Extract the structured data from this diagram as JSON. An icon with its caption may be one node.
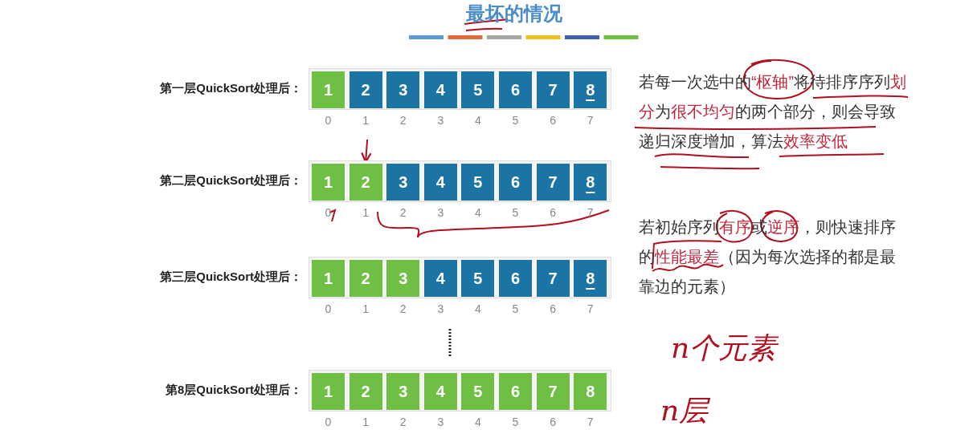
{
  "diagram": {
    "title": "最坏的情况",
    "nodes": [
      {
        "text": [
          "第一层QuickSort处理后："
        ]
      },
      {
        "text": [
          "1"
        ],
        "in": 0,
        "beside": [
          "0"
        ]
      },
      {
        "text": [
          "2"
        ],
        "in": 0,
        "beside": [
          "1"
        ]
      },
      {
        "text": [
          "3"
        ],
        "in": 0,
        "beside": [
          "2"
        ]
      },
      {
        "text": [
          "4"
        ],
        "in": 0,
        "beside": [
          "3"
        ]
      },
      {
        "text": [
          "5"
        ],
        "in": 0,
        "beside": [
          "4"
        ]
      },
      {
        "text": [
          "6"
        ],
        "in": 0,
        "beside": [
          "5"
        ]
      },
      {
        "text": [
          "7"
        ],
        "in": 0,
        "beside": [
          "6"
        ]
      },
      {
        "text": [
          "8"
        ],
        "in": 0,
        "beside": [
          "7"
        ]
      },
      {
        "text": [
          "第二层QuickSort处理后："
        ]
      },
      {
        "text": [
          "1"
        ],
        "in": 9,
        "beside": [
          "0"
        ]
      },
      {
        "text": [
          "2"
        ],
        "in": 9,
        "beside": [
          "1"
        ]
      },
      {
        "text": [
          "3"
        ],
        "in": 9,
        "beside": [
          "2"
        ]
      },
      {
        "text": [
          "4"
        ],
        "in": 9,
        "beside": [
          "3"
        ]
      },
      {
        "text": [
          "5"
        ],
        "in": 9,
        "beside": [
          "4"
        ]
      },
      {
        "text": [
          "6"
        ],
        "in": 9,
        "beside": [
          "5"
        ]
      },
      {
        "text": [
          "7"
        ],
        "in": 9,
        "beside": [
          "6"
        ]
      },
      {
        "text": [
          "8"
        ],
        "in": 9,
        "beside": [
          "7"
        ]
      },
      {
        "text": [
          "第三层QuickSort处理后："
        ]
      },
      {
        "text": [
          "1"
        ],
        "in": 18,
        "beside": [
          "0"
        ]
      },
      {
        "text": [
          "2"
        ],
        "in": 18,
        "beside": [
          "1"
        ]
      },
      {
        "text": [
          "3"
        ],
        "in": 18,
        "beside": [
          "2"
        ]
      },
      {
        "text": [
          "4"
        ],
        "in": 18,
        "beside": [
          "3"
        ]
      },
      {
        "text": [
          "5"
        ],
        "in": 18,
        "beside": [
          "4"
        ]
      },
      {
        "text": [
          "6"
        ],
        "in": 18,
        "beside": [
          "5"
        ]
      },
      {
        "text": [
          "7"
        ],
        "in": 18,
        "beside": [
          "6"
        ]
      },
      {
        "text": [
          "8"
        ],
        "in": 18,
        "beside": [
          "7"
        ]
      },
      {
        "text": [
          "第8层QuickSort处理后："
        ]
      },
      {
        "text": [
          "1"
        ],
        "in": 27,
        "beside": [
          "0"
        ]
      },
      {
        "text": [
          "2"
        ],
        "in": 27,
        "beside": [
          "1"
        ]
      },
      {
        "text": [
          "3"
        ],
        "in": 27,
        "beside": [
          "2"
        ]
      },
      {
        "text": [
          "4"
        ],
        "in": 27,
        "beside": [
          "3"
        ]
      },
      {
        "text": [
          "5"
        ],
        "in": 27,
        "beside": [
          "4"
        ]
      },
      {
        "text": [
          "6"
        ],
        "in": 27,
        "beside": [
          "5"
        ]
      },
      {
        "text": [
          "7"
        ],
        "in": 27,
        "beside": [
          "6"
        ]
      },
      {
        "text": [
          "8"
        ],
        "in": 27,
        "beside": [
          "7"
        ]
      }
    ],
    "edges": [
      {
        "from": null,
        "to": 11,
        "arrow": "to"
      }
    ],
    "labels": [
      "若每一次选中的**“枢轴”**将待排序序列**划分**为**很不均匀**的两个部分，则会导致递归深度增加，算法**效率变低**",
      "若初始序列**有序**或**逆序**，则快速排序的**性能最差**（因为每次选择的都是最靠边的元素）",
      "n个元素",
      "n层"
    ]
  }
}
